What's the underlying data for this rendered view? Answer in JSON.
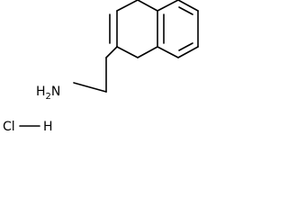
{
  "molecule": {
    "amine": {
      "symbol": "H",
      "subscript": "2",
      "element": "N"
    },
    "salt": {
      "left": "Cl",
      "right": "H"
    },
    "colors": {
      "bond": "#000000",
      "label": "#000000",
      "background": "#ffffff"
    }
  }
}
